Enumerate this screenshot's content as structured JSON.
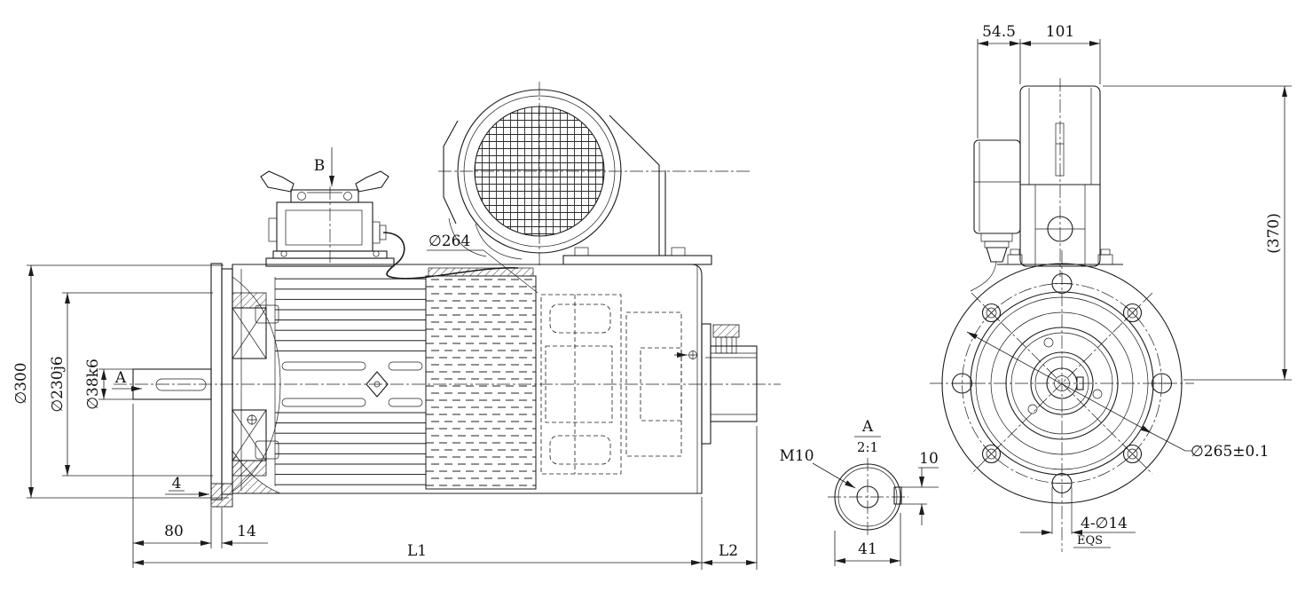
{
  "drawing": {
    "colors": {
      "line": "#1c1c1c",
      "background": "#ffffff"
    },
    "side_view": {
      "dim_phi300": "∅300",
      "dim_phi230": "∅230j6",
      "dim_phi38": "∅38k6",
      "section_arrow_a": "A",
      "dim_4": "4",
      "dim_80": "80",
      "dim_14": "14",
      "dim_l1": "L1",
      "dim_l2": "L2",
      "view_arrow_b": "B",
      "dim_phi264": "∅264"
    },
    "end_view": {
      "dim_54_5": "54.5",
      "dim_101": "101",
      "dim_370": "(370)",
      "dim_phi265": "∅265±0.1",
      "dim_holes": "4-∅14",
      "holes_note": "EQS"
    },
    "detail_a": {
      "label": "A",
      "scale": "2:1",
      "thread": "M10",
      "dim_10": "10",
      "dim_41": "41"
    }
  }
}
